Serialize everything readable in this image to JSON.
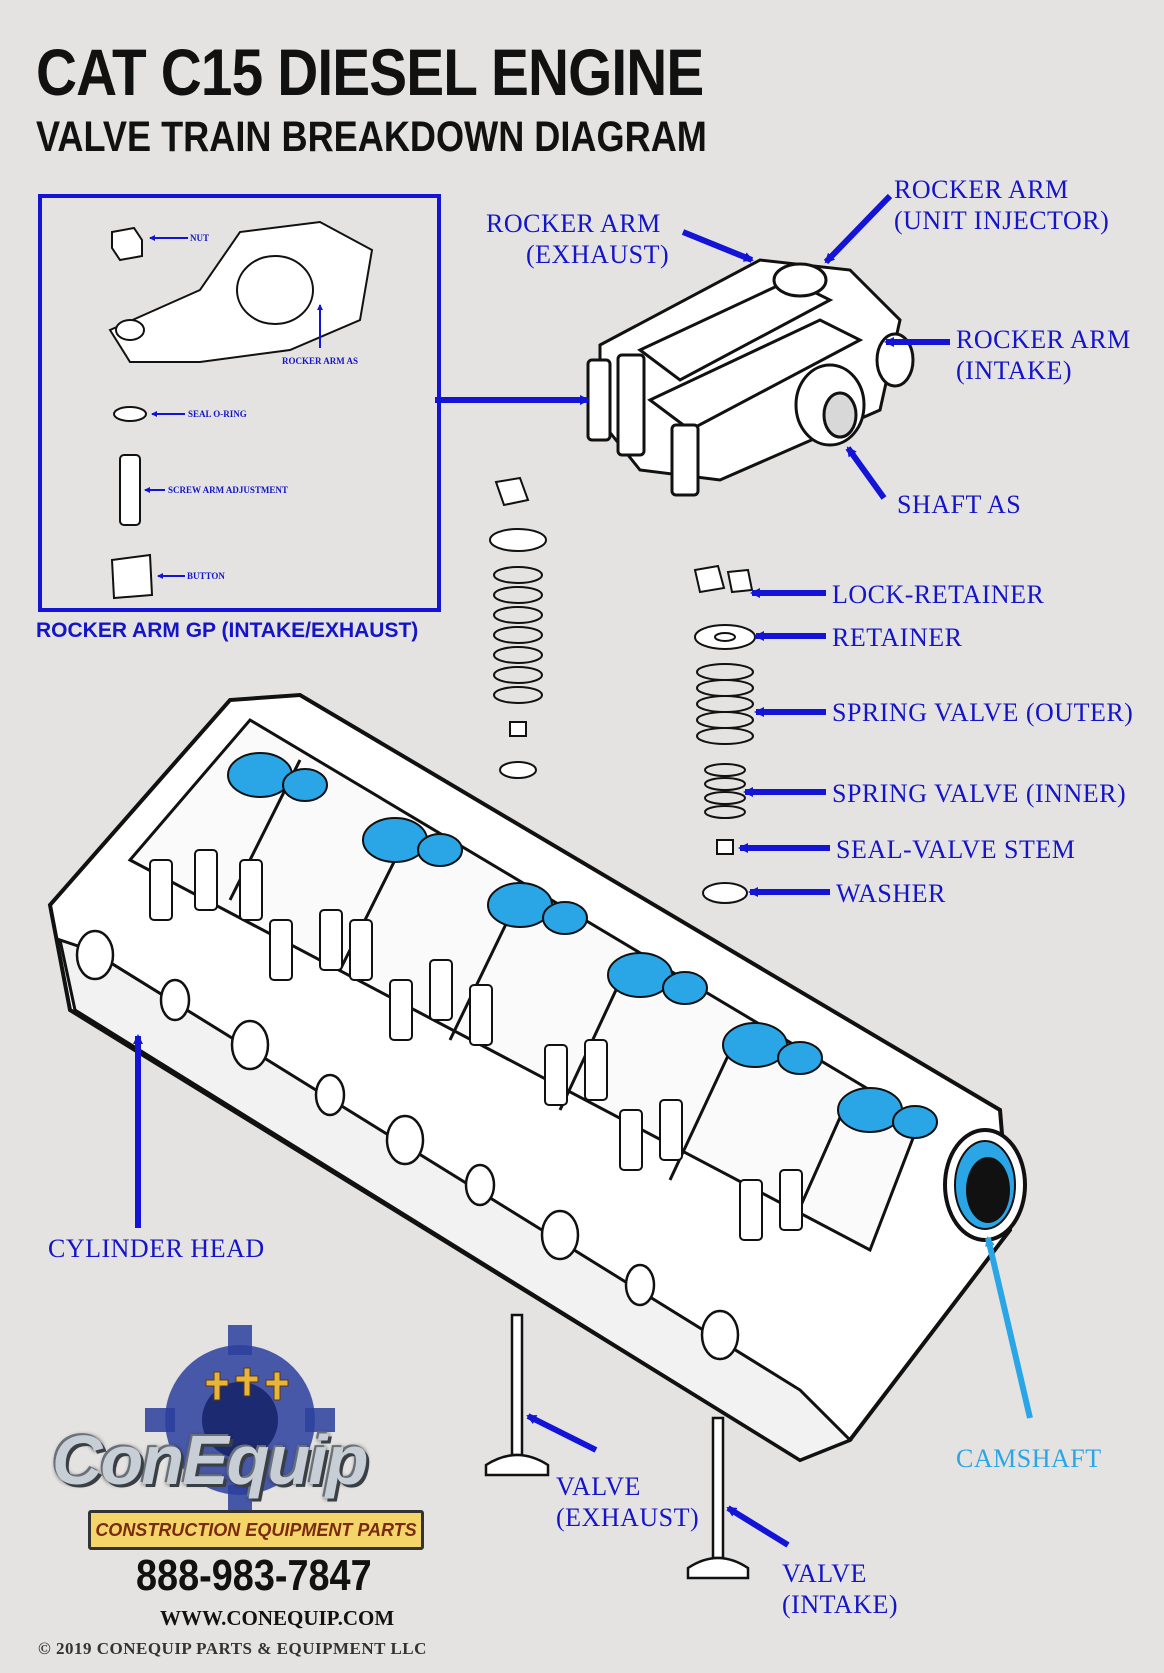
{
  "header": {
    "title": "CAT C15 DIESEL ENGINE",
    "subtitle": "VALVE TRAIN BREAKDOWN DIAGRAM"
  },
  "inset": {
    "caption": "ROCKER ARM GP (INTAKE/EXHAUST)",
    "labels": {
      "nut": "NUT",
      "rocker_arm_as": "ROCKER ARM AS",
      "seal_o_ring": "SEAL O-RING",
      "screw_arm_adjustment": "SCREW ARM ADJUSTMENT",
      "button": "BUTTON"
    }
  },
  "labels": {
    "rocker_arm_exhaust_1": "ROCKER ARM",
    "rocker_arm_exhaust_2": "(EXHAUST)",
    "rocker_arm_injector_1": "ROCKER ARM",
    "rocker_arm_injector_2": "(UNIT INJECTOR)",
    "rocker_arm_intake_1": "ROCKER ARM",
    "rocker_arm_intake_2": "(INTAKE)",
    "shaft_as": "SHAFT AS",
    "lock_retainer": "LOCK-RETAINER",
    "retainer": "RETAINER",
    "spring_outer": "SPRING VALVE (OUTER)",
    "spring_inner": "SPRING VALVE (INNER)",
    "seal_valve_stem": "SEAL-VALVE STEM",
    "washer": "WASHER",
    "cylinder_head": "CYLINDER HEAD",
    "camshaft": "CAMSHAFT",
    "valve_exhaust_1": "VALVE",
    "valve_exhaust_2": "(EXHAUST)",
    "valve_intake_1": "VALVE",
    "valve_intake_2": "(INTAKE)"
  },
  "footer": {
    "logo_name": "ConEquip",
    "logo_tagline": "CONSTRUCTION EQUIPMENT PARTS",
    "phone": "888-983-7847",
    "website": "WWW.CONEQUIP.COM",
    "copyright": "© 2019 CONEQUIP PARTS & EQUIPMENT LLC"
  },
  "colors": {
    "label_blue": "#1414c8",
    "camshaft_cyan": "#2aa6e6",
    "background": "#e4e3e1"
  }
}
